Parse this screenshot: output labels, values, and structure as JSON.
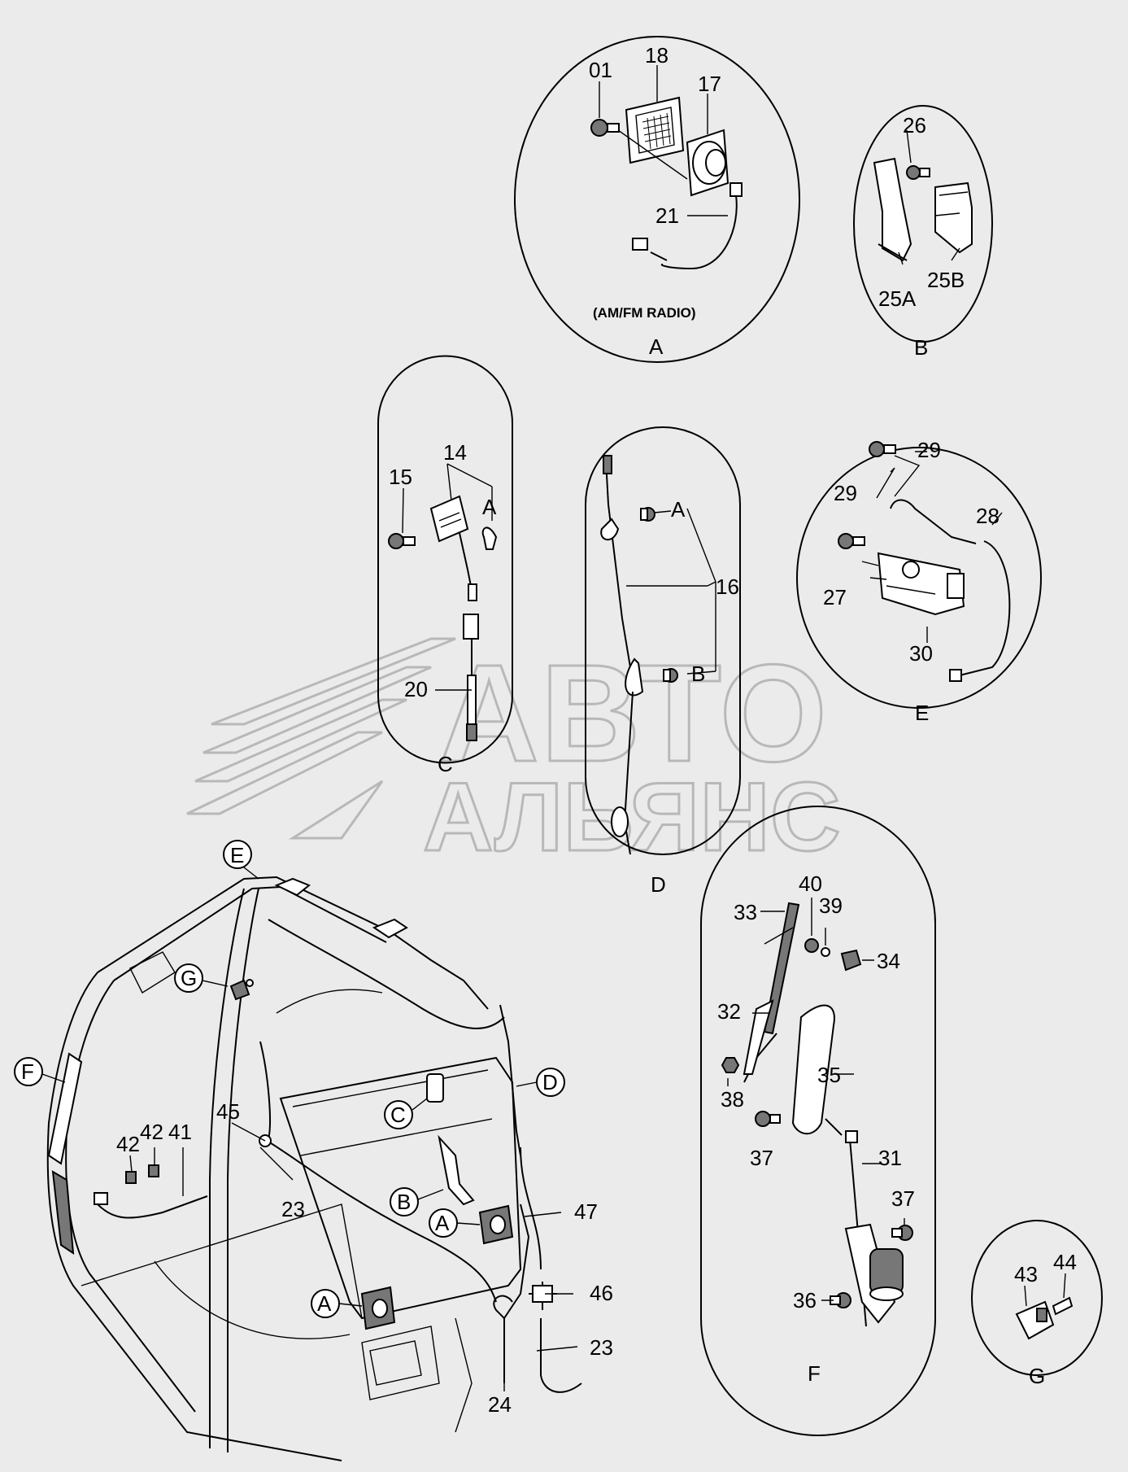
{
  "watermark": {
    "line1": "АВТО",
    "line2": "АЛЬЯНС"
  },
  "details": {
    "A": {
      "letter": "A",
      "caption": "(AM/FM RADIO)",
      "parts": [
        "01",
        "18",
        "17",
        "21"
      ]
    },
    "B": {
      "letter": "B",
      "parts": [
        "26",
        "25A",
        "25B"
      ]
    },
    "C": {
      "letter": "C",
      "parts": [
        "15",
        "14",
        "A",
        "20"
      ]
    },
    "D": {
      "letter": "D",
      "parts": [
        "A",
        "16",
        "B"
      ]
    },
    "E": {
      "letter": "E",
      "parts": [
        "29",
        "29",
        "28",
        "27",
        "30"
      ]
    },
    "F": {
      "letter": "F",
      "parts": [
        "40",
        "33",
        "39",
        "34",
        "32",
        "35",
        "38",
        "37",
        "31",
        "37",
        "36"
      ]
    },
    "G": {
      "letter": "G",
      "parts": [
        "43",
        "44"
      ]
    }
  },
  "cab": {
    "callouts": [
      "E",
      "G",
      "F",
      "C",
      "D",
      "B",
      "A",
      "A"
    ],
    "parts": [
      "45",
      "42",
      "42",
      "41",
      "23",
      "47",
      "46",
      "23",
      "24"
    ]
  }
}
